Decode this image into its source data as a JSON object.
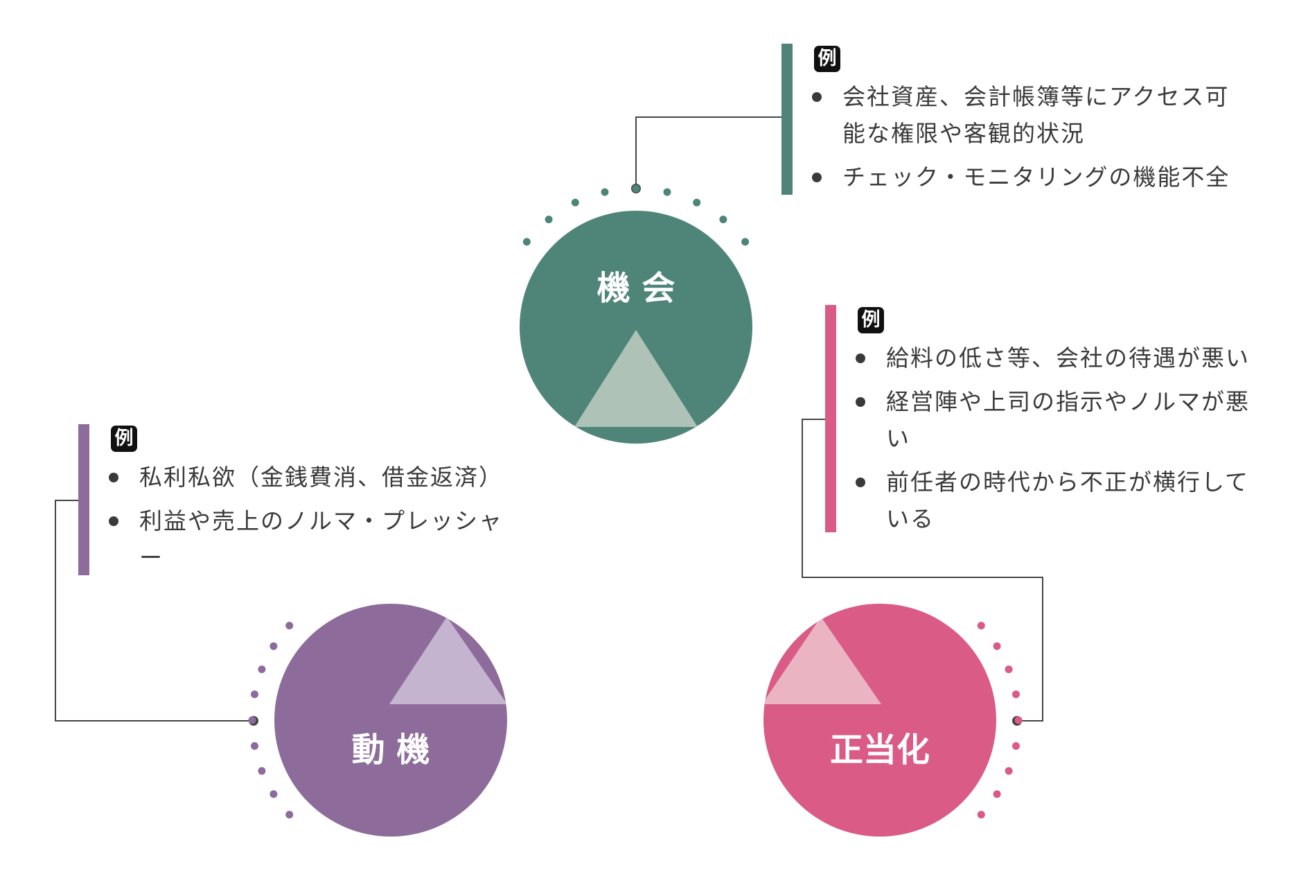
{
  "colors": {
    "opportunity": "#4f8579",
    "opportunity_light": "#aec2b8",
    "motive": "#8d6c9c",
    "motive_light": "#c5b4cf",
    "rationalization": "#da5b85",
    "rationalization_light": "#ebb4c3",
    "connector": "#444444",
    "text": "#3a3a3a",
    "badge": "#111111"
  },
  "circles": {
    "opportunity": {
      "label": "機 会"
    },
    "motive": {
      "label": "動 機"
    },
    "rationalization": {
      "label": "正当化"
    }
  },
  "examples": {
    "opportunity": {
      "badge": "例",
      "items": [
        {
          "text": "会社資産、会計帳簿等にアクセス可能な権限や客観的状況"
        },
        {
          "text": "チェック・モニタリングの機能不全"
        }
      ]
    },
    "rationalization": {
      "badge": "例",
      "items": [
        {
          "text": "給料の低さ等、会社の待遇が悪い"
        },
        {
          "text": "経営陣や上司の指示やノルマが悪い"
        },
        {
          "text": "前任者の時代から不正が横行している"
        }
      ]
    },
    "motive": {
      "badge": "例",
      "items": [
        {
          "text": "私利私欲（金銭費消、借金返済）"
        },
        {
          "text": "利益や売上のノルマ・プレッシャー"
        }
      ]
    }
  }
}
